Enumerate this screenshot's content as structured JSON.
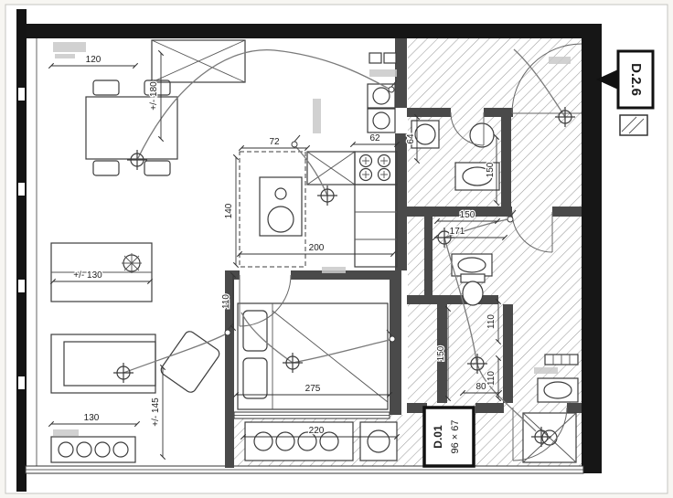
{
  "unit_tag": {
    "code": "D.2.6"
  },
  "door_tag": {
    "id": "D.01",
    "size": "96 × 67"
  },
  "dimensions": {
    "dining_width": "120",
    "dining_depth": "+/- 180",
    "kitchen_counter": "72",
    "stove": "62",
    "hall_niche": "64",
    "kitchen_depth": "140",
    "kitchen_length": "200",
    "bath_depth": "150",
    "bath_width": "150",
    "bath_length": "171",
    "bedroom_door": "110",
    "sideboard": "+/- 130",
    "bedroom_width": "275",
    "corridor_depth": "150",
    "wc_door": "110",
    "duct": "110",
    "wc_width": "80",
    "sofa_width": "130",
    "sofa_depth": "+/- 145",
    "terrace_width": "220"
  },
  "colors": {
    "exterior_wall": "#161616",
    "interior_wall": "#4a4a4a",
    "drawing_line": "#3c3c3c",
    "hatch": "#9c9c9c",
    "paper": "#f7f6f2"
  }
}
